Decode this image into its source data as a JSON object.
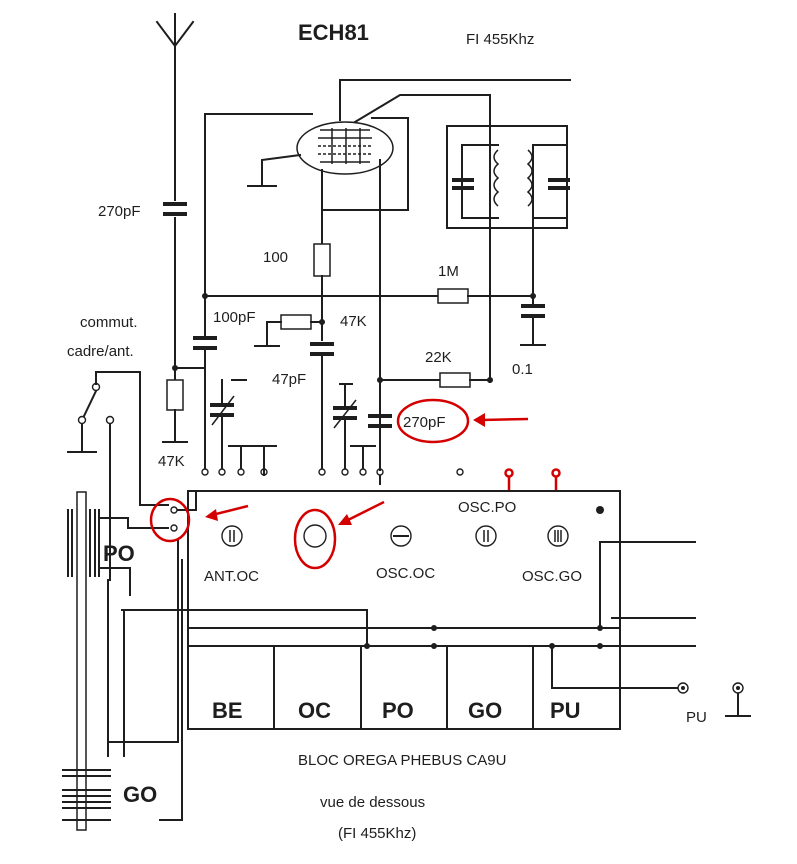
{
  "tube": "ECH81",
  "fi_top": "FI 455Khz",
  "components": {
    "c_antenna": "270pF",
    "r_100": "100",
    "r_1m": "1M",
    "c_100pf": "100pF",
    "r_47k_mid": "47K",
    "c_47pf": "47pF",
    "r_22k": "22K",
    "c_01": "0.1",
    "c_270pf_osc": "270pF",
    "r_47k_left": "47K"
  },
  "switch_label_line1": "commut.",
  "switch_label_line2": "cadre/ant.",
  "trimmers": {
    "ant_oc": "ANT.OC",
    "osc_oc": "OSC.OC",
    "osc_po": "OSC.PO",
    "osc_go": "OSC.GO"
  },
  "buttons": [
    "BE",
    "OC",
    "PO",
    "GO",
    "PU"
  ],
  "coil_po": "PO",
  "coil_go": "GO",
  "pu_label": "PU",
  "caption": {
    "line1": "BLOC OREGA PHEBUS CA9U",
    "line2": "vue de dessous",
    "line3": "(FI 455Khz)"
  },
  "colors": {
    "ink": "#1e1e1e",
    "highlight": "#d40000"
  }
}
